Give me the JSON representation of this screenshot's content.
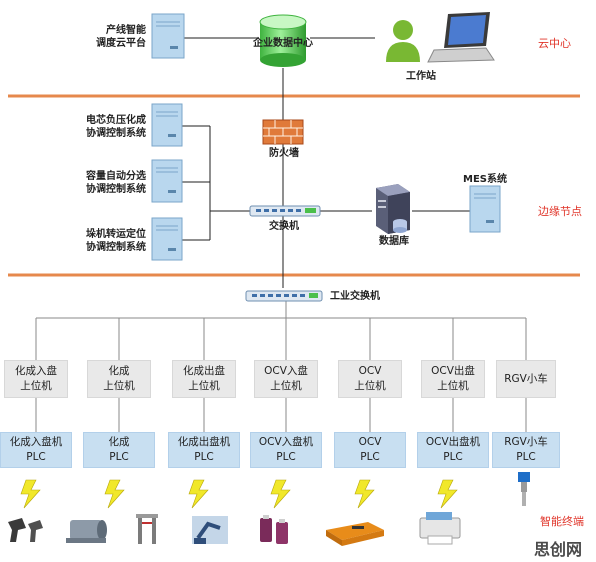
{
  "cloud": {
    "platform_lines": [
      "产线智能",
      "调度云平台"
    ],
    "enterprise_center": "企业数据中心",
    "workstation": "工作站",
    "zone_label": "云中心"
  },
  "edge": {
    "systems": [
      {
        "lines": [
          "电芯负压化成",
          "协调控制系统"
        ]
      },
      {
        "lines": [
          "容量自动分选",
          "协调控制系统"
        ]
      },
      {
        "lines": [
          "垛机转运定位",
          "协调控制系统"
        ]
      }
    ],
    "firewall": "防火墙",
    "switch": "交换机",
    "database": "数据库",
    "mes": "MES系统",
    "zone_label": "边缘节点"
  },
  "field": {
    "industrial_switch": "工业交换机",
    "columns": [
      {
        "upper": [
          "化成入盘",
          "上位机"
        ],
        "plc": [
          "化成入盘机",
          "PLC"
        ],
        "device_icon": "barcode-scanner-icon"
      },
      {
        "upper": [
          "化成",
          "上位机"
        ],
        "plc": [
          "化成",
          "PLC"
        ],
        "device_icon": "servo-motor-icon"
      },
      {
        "upper": [
          "化成出盘",
          "上位机"
        ],
        "plc": [
          "化成出盘机",
          "PLC"
        ],
        "device_icon": "gantry-frame-icon"
      },
      {
        "upper": [
          "OCV入盘",
          "上位机"
        ],
        "plc": [
          "OCV入盘机",
          "PLC"
        ],
        "device_icon": "robot-arm-icon"
      },
      {
        "upper": [
          "OCV",
          "上位机"
        ],
        "plc": [
          "OCV",
          "PLC"
        ],
        "device_icon": "battery-cell-icon"
      },
      {
        "upper": [
          "OCV出盘",
          "上位机"
        ],
        "plc": [
          "OCV出盘机",
          "PLC"
        ],
        "device_icon": "agv-cart-icon"
      },
      {
        "upper": [
          "RGV小车",
          ""
        ],
        "plc": [
          "RGV小车",
          "PLC"
        ],
        "device_icon": "printer-icon"
      }
    ],
    "sensor_icon": "pressure-sensor-icon",
    "zone_label": "智能终端"
  },
  "watermark": "思创网",
  "colors": {
    "divider": "#e6884c",
    "server_blue": "#b9d7ee",
    "server_dark": "#7aa6c9",
    "upper_box": "#e9e9e9",
    "plc_box": "#c8dff1",
    "lightning": "#f1e82a",
    "zone_red": "#e0352a",
    "db_green": "#5fcf5f",
    "firewall": "#e07a3a",
    "user_green": "#79b833",
    "connector": "#1f1f1f"
  }
}
